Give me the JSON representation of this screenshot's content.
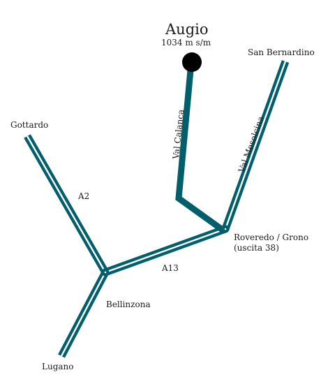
{
  "map": {
    "road_color": "#005f6b",
    "destination": {
      "name": "Augio",
      "altitude": "1034 m s/m"
    },
    "places": {
      "san_bernardino": "San Bernardino",
      "gottardo": "Gottardo",
      "roveredo_grono": "Roveredo / Grono",
      "exit": "(uscita 38)",
      "bellinzona": "Bellinzona",
      "lugano": "Lugano"
    },
    "roads": {
      "a2": "A2",
      "a13": "A13",
      "val_calanca": "Val Calanca",
      "val_mesolcina": "Val Mesolcina"
    }
  }
}
